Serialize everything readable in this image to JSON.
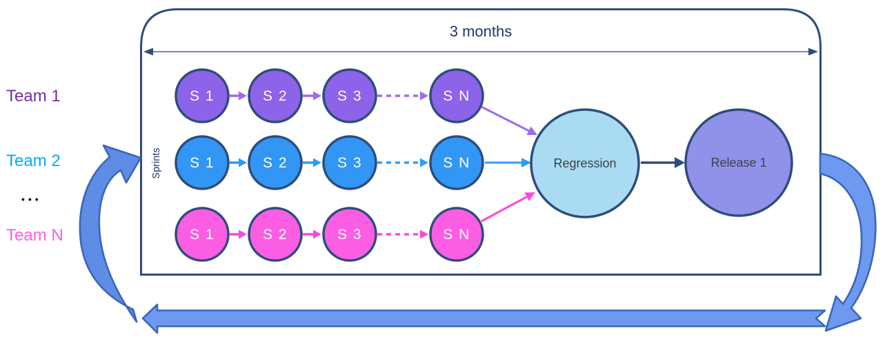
{
  "diagram": {
    "duration_label": "3 months",
    "axis_label": "Sprints",
    "ellipsis_label": "•••",
    "sprint_labels": [
      "S 1",
      "S 2",
      "S 3",
      "S N"
    ],
    "teams": [
      {
        "name": "Team 1",
        "text_color": "#7030A0",
        "node_fill": "#8C63E9",
        "arrow_color": "#9F6BEB"
      },
      {
        "name": "Team 2",
        "text_color": "#00AEEF",
        "node_fill": "#3296F4",
        "arrow_color": "#2E9BF5"
      },
      {
        "name": "Team N",
        "text_color": "#FB5EE3",
        "node_fill": "#FB5EE3",
        "arrow_color": "#FA4ADB"
      }
    ],
    "regression_node": {
      "label": "Regression",
      "fill": "#A9DCF3"
    },
    "release_node": {
      "label": "Release 1",
      "fill": "#9092E9"
    },
    "colors": {
      "outline": "#2E4D7B",
      "heading_text": "#1F3864",
      "node_label_text": "#3D4049",
      "circle_label_text": "#FFFFFF",
      "duration_arrow": "#44639C",
      "loop_arrow_fill": "#6D9AF0",
      "loop_arrow_fill_dark": "#5F8CE4",
      "loop_arrow_stroke": "#3A66B8"
    }
  }
}
